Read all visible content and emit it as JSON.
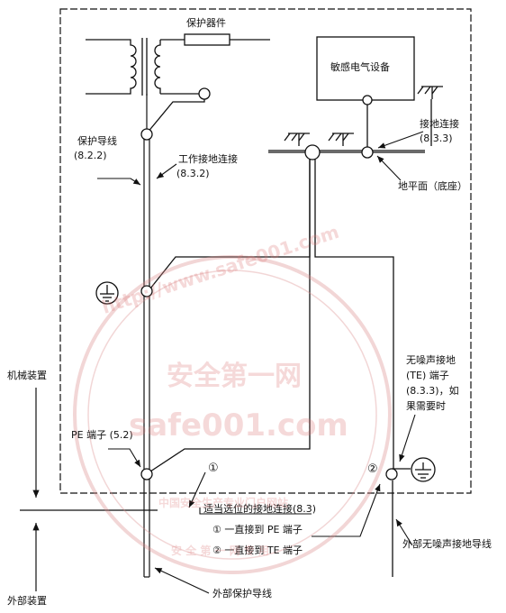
{
  "labels": {
    "protective_device": "保护器件",
    "sensitive_equipment": "敏感电气设备",
    "ground_connection": "接地连接",
    "ground_connection_ref": "(8.3.3)",
    "protective_conductor": "保护导线",
    "protective_conductor_ref": "(8.2.2)",
    "working_ground_connection": "工作接地连接",
    "working_ground_connection_ref": "(8.3.2)",
    "ground_plane": "地平面（底座）",
    "machine_equipment": "机械装置",
    "noiseless_ground_terminal_line1": "无噪声接地",
    "noiseless_ground_terminal_line2": "(TE) 端子",
    "noiseless_ground_terminal_line3": "(8.3.3)，如",
    "noiseless_ground_terminal_line4": "果需要时",
    "pe_terminal": "PE 端子 (5.2)",
    "marker_one": "①",
    "marker_two": "②",
    "chosen_ground_connection": "适当选位的接地连接(8.3)",
    "legend_one": "① 一直接到 PE 端子",
    "legend_two": "② 一直接到 TE 端子",
    "external_noiseless_ground_conductor": "外部无噪声接地导线",
    "external_equipment": "外部装置",
    "external_protective_conductor": "外部保护导线"
  },
  "watermark": {
    "arc_text": "http://www.safe001.com",
    "main_cn": "安全第一网",
    "main_en": "safe001.com",
    "sub_cn": "中国安全生产专业门户网站",
    "sub2_cn": "安 全 第 一 网 专 用"
  },
  "colors": {
    "line": "#111111",
    "watermark": "#d98a8a"
  }
}
